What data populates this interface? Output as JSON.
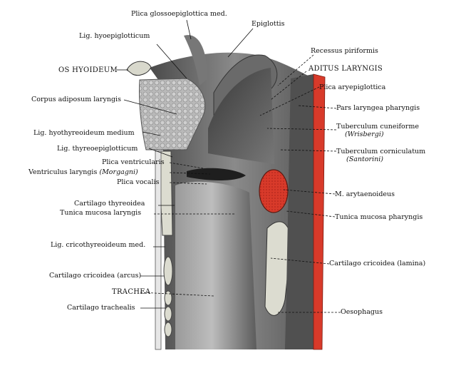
{
  "labels": {
    "plica_glossoepiglottica": "Plica glossoepiglottica med.",
    "epiglottis": "Epiglottis",
    "lig_hyoepiglotticum": "Lig. hyoepiglotticum",
    "recessus_piriformis": "Recessus piriformis",
    "os_hyoideum": "OS HYOIDEUM",
    "aditus_laryngis": "ADITUS LARYNGIS",
    "plica_aryepiglottica": "Plica aryepiglottica",
    "corpus_adiposum": "Corpus adiposum laryngis",
    "pars_laryngea": "Pars laryngea pharyngis",
    "tuberculum_cuneiforme": "Tuberculum cuneiforme",
    "wrisbergi": "(Wrisbergi)",
    "lig_hyothyreoideum": "Lig. hyothyreoideum medium",
    "lig_thyreoepiglotticum": "Lig. thyreoepiglotticum",
    "tuberculum_corniculatum": "Tuberculum corniculatum",
    "santorini": "(Santorini)",
    "plica_ventricularis": "Plica ventricularis",
    "ventriculus_laryngis": "Ventriculus laryngis",
    "morgagni": "(Morgagni)",
    "plica_vocalis": "Plica vocalis",
    "m_arytaenoideus": "M. arytaenoideus",
    "cartilago_thyreoidea": "Cartilago thyreoidea",
    "tunica_mucosa_laryngis": "Tunica mucosa laryngis",
    "tunica_mucosa_pharyngis": "Tunica mucosa pharyngis",
    "lig_cricothyreoideum": "Lig. cricothyreoideum med.",
    "cartilago_cricoidea_lamina": "Cartilago cricoidea (lamina)",
    "cartilago_cricoidea_arcus": "Cartilago cricoidea (arcus)",
    "trachea": "TRACHEA",
    "cartilago_trachealis": "Cartilago trachealis",
    "oesophagus": "Oesophagus"
  },
  "colors": {
    "muscle_red": "#d83a2a",
    "tissue_gray": "#6e6e6e",
    "cartilage": "#dcdcd0",
    "background": "#ffffff"
  }
}
